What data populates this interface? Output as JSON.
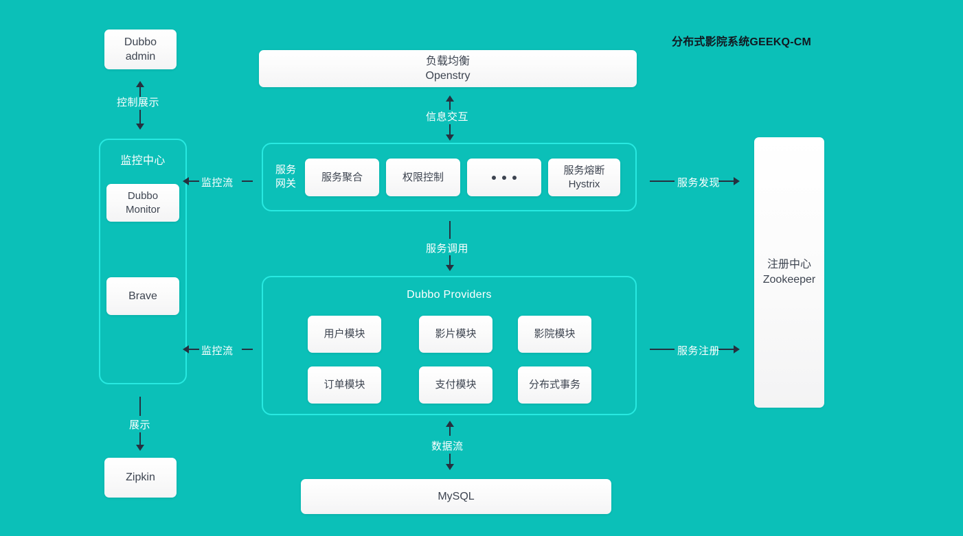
{
  "title": "分布式影院系统GEEKQ-CM",
  "colors": {
    "background": "#0bc0b8",
    "group_border": "#28e9e1",
    "arrow": "#26303f",
    "box_text": "#3d4450",
    "label_text": "#ffffff",
    "title_text": "#111820"
  },
  "nodes": {
    "dubbo_admin": {
      "line1": "Dubbo",
      "line2": "admin"
    },
    "load_balancer": {
      "line1": "负载均衡",
      "line2": "Openstry"
    },
    "monitor_center": {
      "title": "监控中心",
      "dubbo_monitor": {
        "line1": "Dubbo",
        "line2": "Monitor"
      },
      "brave": {
        "line1": "Brave"
      }
    },
    "gateway": {
      "label_line1": "服务",
      "label_line2": "网关",
      "items": [
        {
          "line1": "服务聚合",
          "line2": ""
        },
        {
          "line1": "权限控制",
          "line2": ""
        },
        {
          "line1": "",
          "line2": "",
          "icon": "ellipsis-icon"
        },
        {
          "line1": "服务熔断",
          "line2": "Hystrix"
        }
      ]
    },
    "providers": {
      "title": "Dubbo Providers",
      "modules": [
        {
          "label": "用户模块"
        },
        {
          "label": "影片模块"
        },
        {
          "label": "影院模块"
        },
        {
          "label": "订单模块"
        },
        {
          "label": "支付模块"
        },
        {
          "label": "分布式事务"
        }
      ]
    },
    "registry": {
      "line1": "注册中心",
      "line2": "Zookeeper"
    },
    "mysql": {
      "line1": "MySQL"
    },
    "zipkin": {
      "line1": "Zipkin"
    }
  },
  "connections": {
    "control_display": {
      "label": "控制展示",
      "direction": "bidirectional"
    },
    "info_exchange": {
      "label": "信息交互",
      "direction": "bidirectional"
    },
    "monitor_flow_top": {
      "label": "监控流",
      "direction": "left"
    },
    "monitor_flow_bottom": {
      "label": "监控流",
      "direction": "left"
    },
    "service_discovery": {
      "label": "服务发现",
      "direction": "right"
    },
    "service_registry": {
      "label": "服务注册",
      "direction": "right"
    },
    "service_call": {
      "label": "服务调用",
      "direction": "down"
    },
    "data_flow": {
      "label": "数据流",
      "direction": "bidirectional"
    },
    "display": {
      "label": "展示",
      "direction": "down"
    }
  }
}
